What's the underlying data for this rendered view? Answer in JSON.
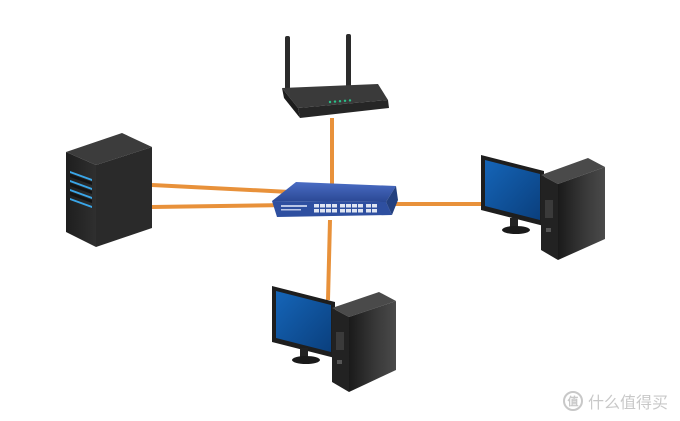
{
  "diagram": {
    "nodes": [
      {
        "id": "router",
        "label": "",
        "icon": "wireless-router-icon"
      },
      {
        "id": "switch",
        "label": "",
        "icon": "network-switch-icon"
      },
      {
        "id": "server",
        "label": "",
        "icon": "server-icon"
      },
      {
        "id": "pc-right",
        "label": "",
        "icon": "desktop-computer-icon"
      },
      {
        "id": "pc-bottom",
        "label": "",
        "icon": "desktop-computer-icon"
      }
    ],
    "edges": [
      {
        "from": "router",
        "to": "switch"
      },
      {
        "from": "server",
        "to": "switch"
      },
      {
        "from": "server",
        "to": "switch"
      },
      {
        "from": "switch",
        "to": "pc-right"
      },
      {
        "from": "switch",
        "to": "pc-bottom"
      }
    ],
    "colors": {
      "cable": "#e8913a",
      "switch_body": "#2e4fa0",
      "device_dark": "#2b2b2b",
      "screen": "#0d4f9c",
      "server_led": "#3aa6e8"
    }
  },
  "watermark": {
    "badge": "值",
    "text": "什么值得买"
  }
}
